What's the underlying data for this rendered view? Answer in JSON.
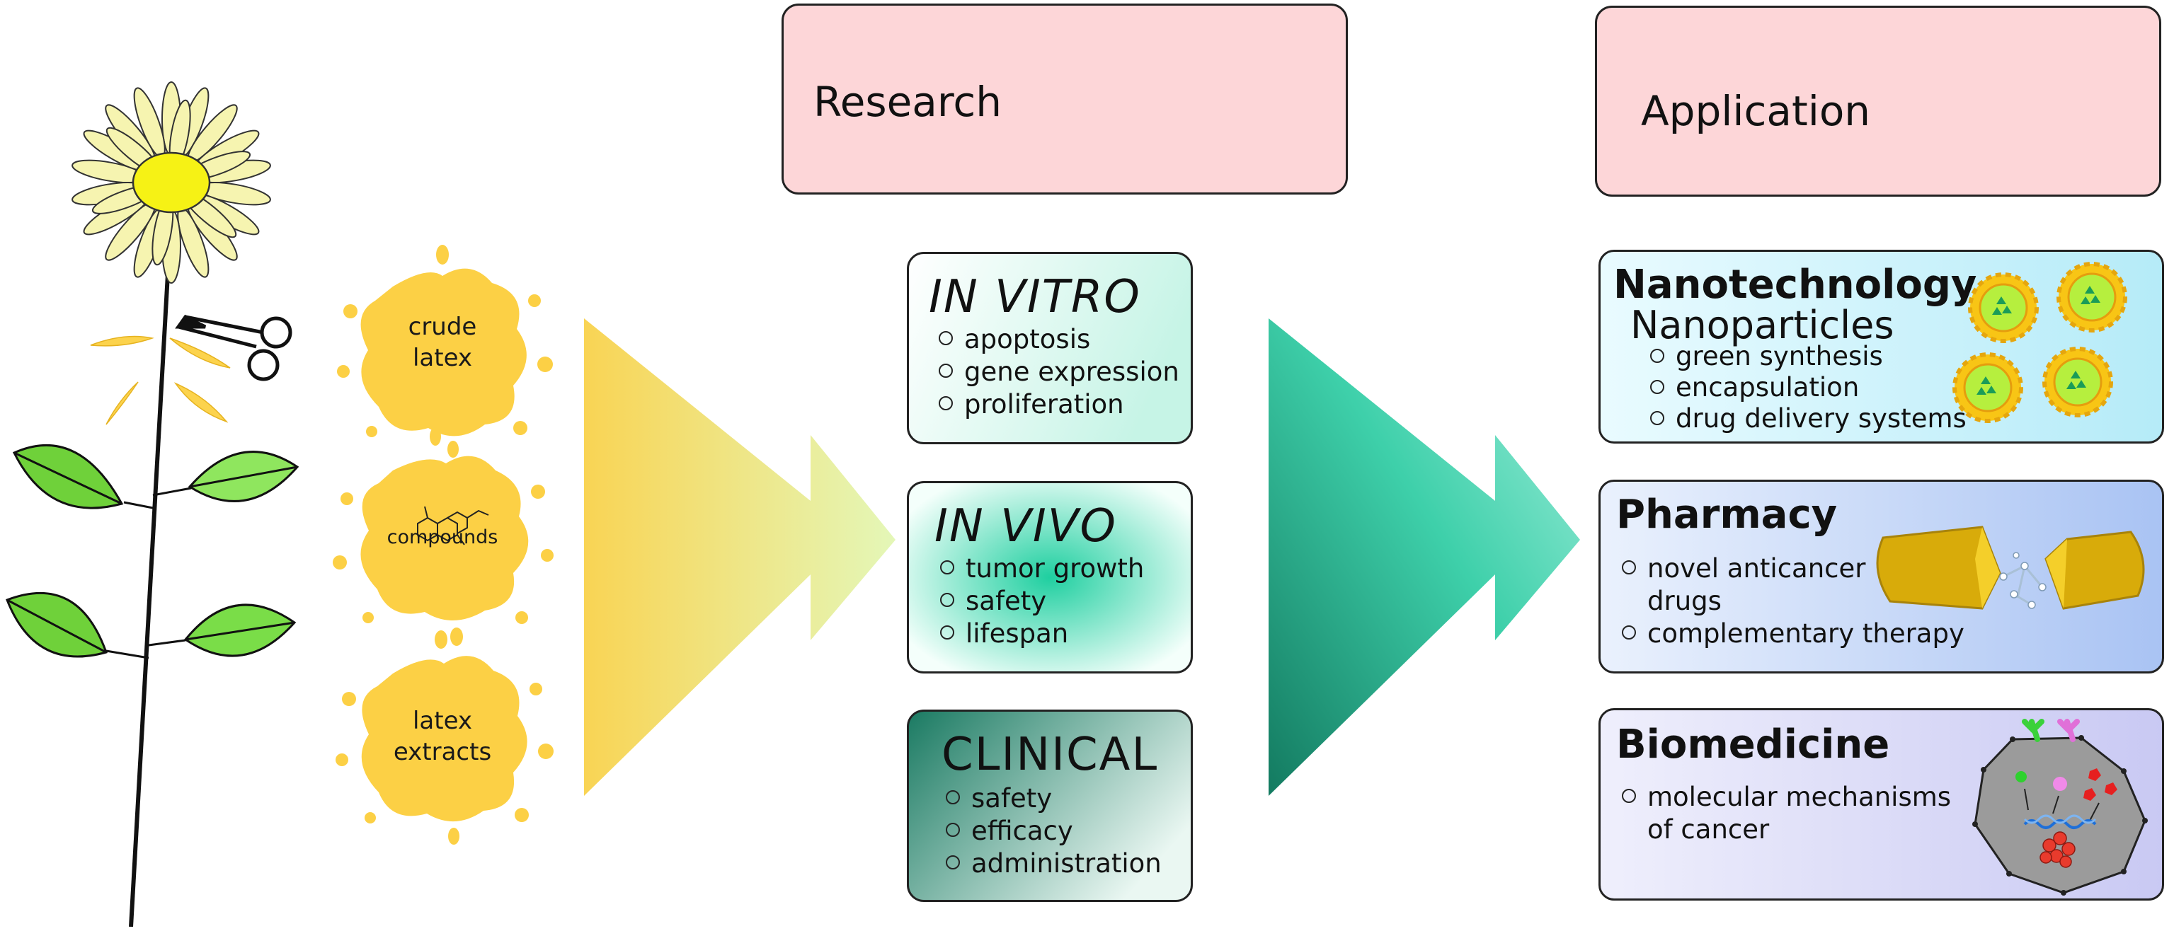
{
  "source_items": [
    {
      "label": "crude\nlatex"
    },
    {
      "label": "compounds"
    },
    {
      "label": "latex\nextracts"
    }
  ],
  "research": {
    "title": "Research"
  },
  "application": {
    "title": "Application"
  },
  "studies": [
    {
      "title": "IN VITRO",
      "items": [
        "apoptosis",
        "gene expression",
        "proliferation"
      ]
    },
    {
      "title": "IN VIVO",
      "items": [
        "tumor growth",
        "safety",
        "lifespan"
      ]
    },
    {
      "title": "CLINICAL",
      "items": [
        "safety",
        "efficacy",
        "administration"
      ]
    }
  ],
  "applications": [
    {
      "title": "Nanotechnology",
      "subtitle": "Nanoparticles",
      "items": [
        "green synthesis",
        "encapsulation",
        "drug delivery systems"
      ]
    },
    {
      "title": "Pharmacy",
      "items": [
        "novel anticancer\ndrugs",
        "complementary therapy"
      ]
    },
    {
      "title": "Biomedicine",
      "items": [
        "molecular mechanisms\nof cancer"
      ]
    }
  ],
  "colors": {
    "header_pink": "#fdd6d8",
    "latex_yellow": "#fcd045",
    "leaf_green": "#6fd13a",
    "arrow_yellow": "#f7d65c",
    "arrow_teal": "#2bbf9f"
  }
}
